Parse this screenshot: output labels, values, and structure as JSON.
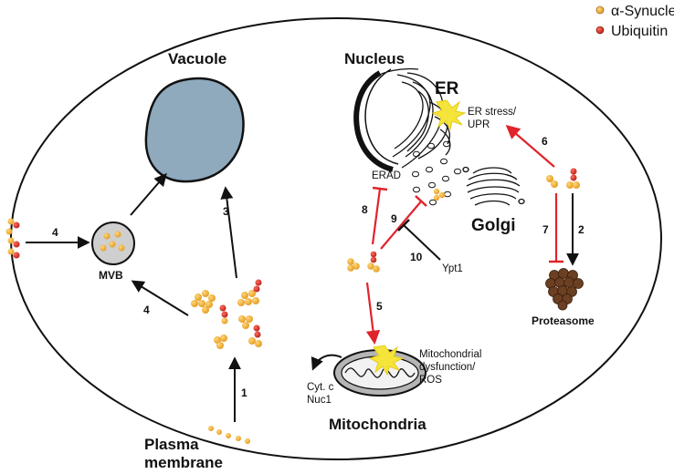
{
  "legend": {
    "synuclein": "α-Synuclein",
    "ubiquitin": "Ubiquitin",
    "synuclein_color": "#f2b43c",
    "ubiquitin_color": "#d9342b"
  },
  "compartments": {
    "vacuole": "Vacuole",
    "nucleus": "Nucleus",
    "er": "ER",
    "golgi": "Golgi",
    "mvb": "MVB",
    "proteasome": "Proteasome",
    "mitochondria": "Mitochondria",
    "plasma_membrane_line1": "Plasma",
    "plasma_membrane_line2": "membrane"
  },
  "annotations": {
    "er_stress_line1": "ER stress/",
    "er_stress_line2": "UPR",
    "erad": "ERAD",
    "ypt1": "Ypt1",
    "cytc": "Cyt. c",
    "nuc1": "Nuc1",
    "mito_dys_line1": "Mitochondrial",
    "mito_dys_line2": "dysfunction/",
    "mito_dys_line3": "ROS"
  },
  "pathways": {
    "p1": "1",
    "p2": "2",
    "p3": "3",
    "p4a": "4",
    "p4b": "4",
    "p5": "5",
    "p6": "6",
    "p7": "7",
    "p8": "8",
    "p9": "9",
    "p10": "10"
  },
  "colors": {
    "vacuole_fill": "#8fa9bd",
    "mvb_fill": "#cfcfcf",
    "proteasome_fill": "#6b3f22",
    "inhibit_red": "#e0242b",
    "arrow_black": "#111111",
    "stress_yellow": "#f5e43a"
  }
}
